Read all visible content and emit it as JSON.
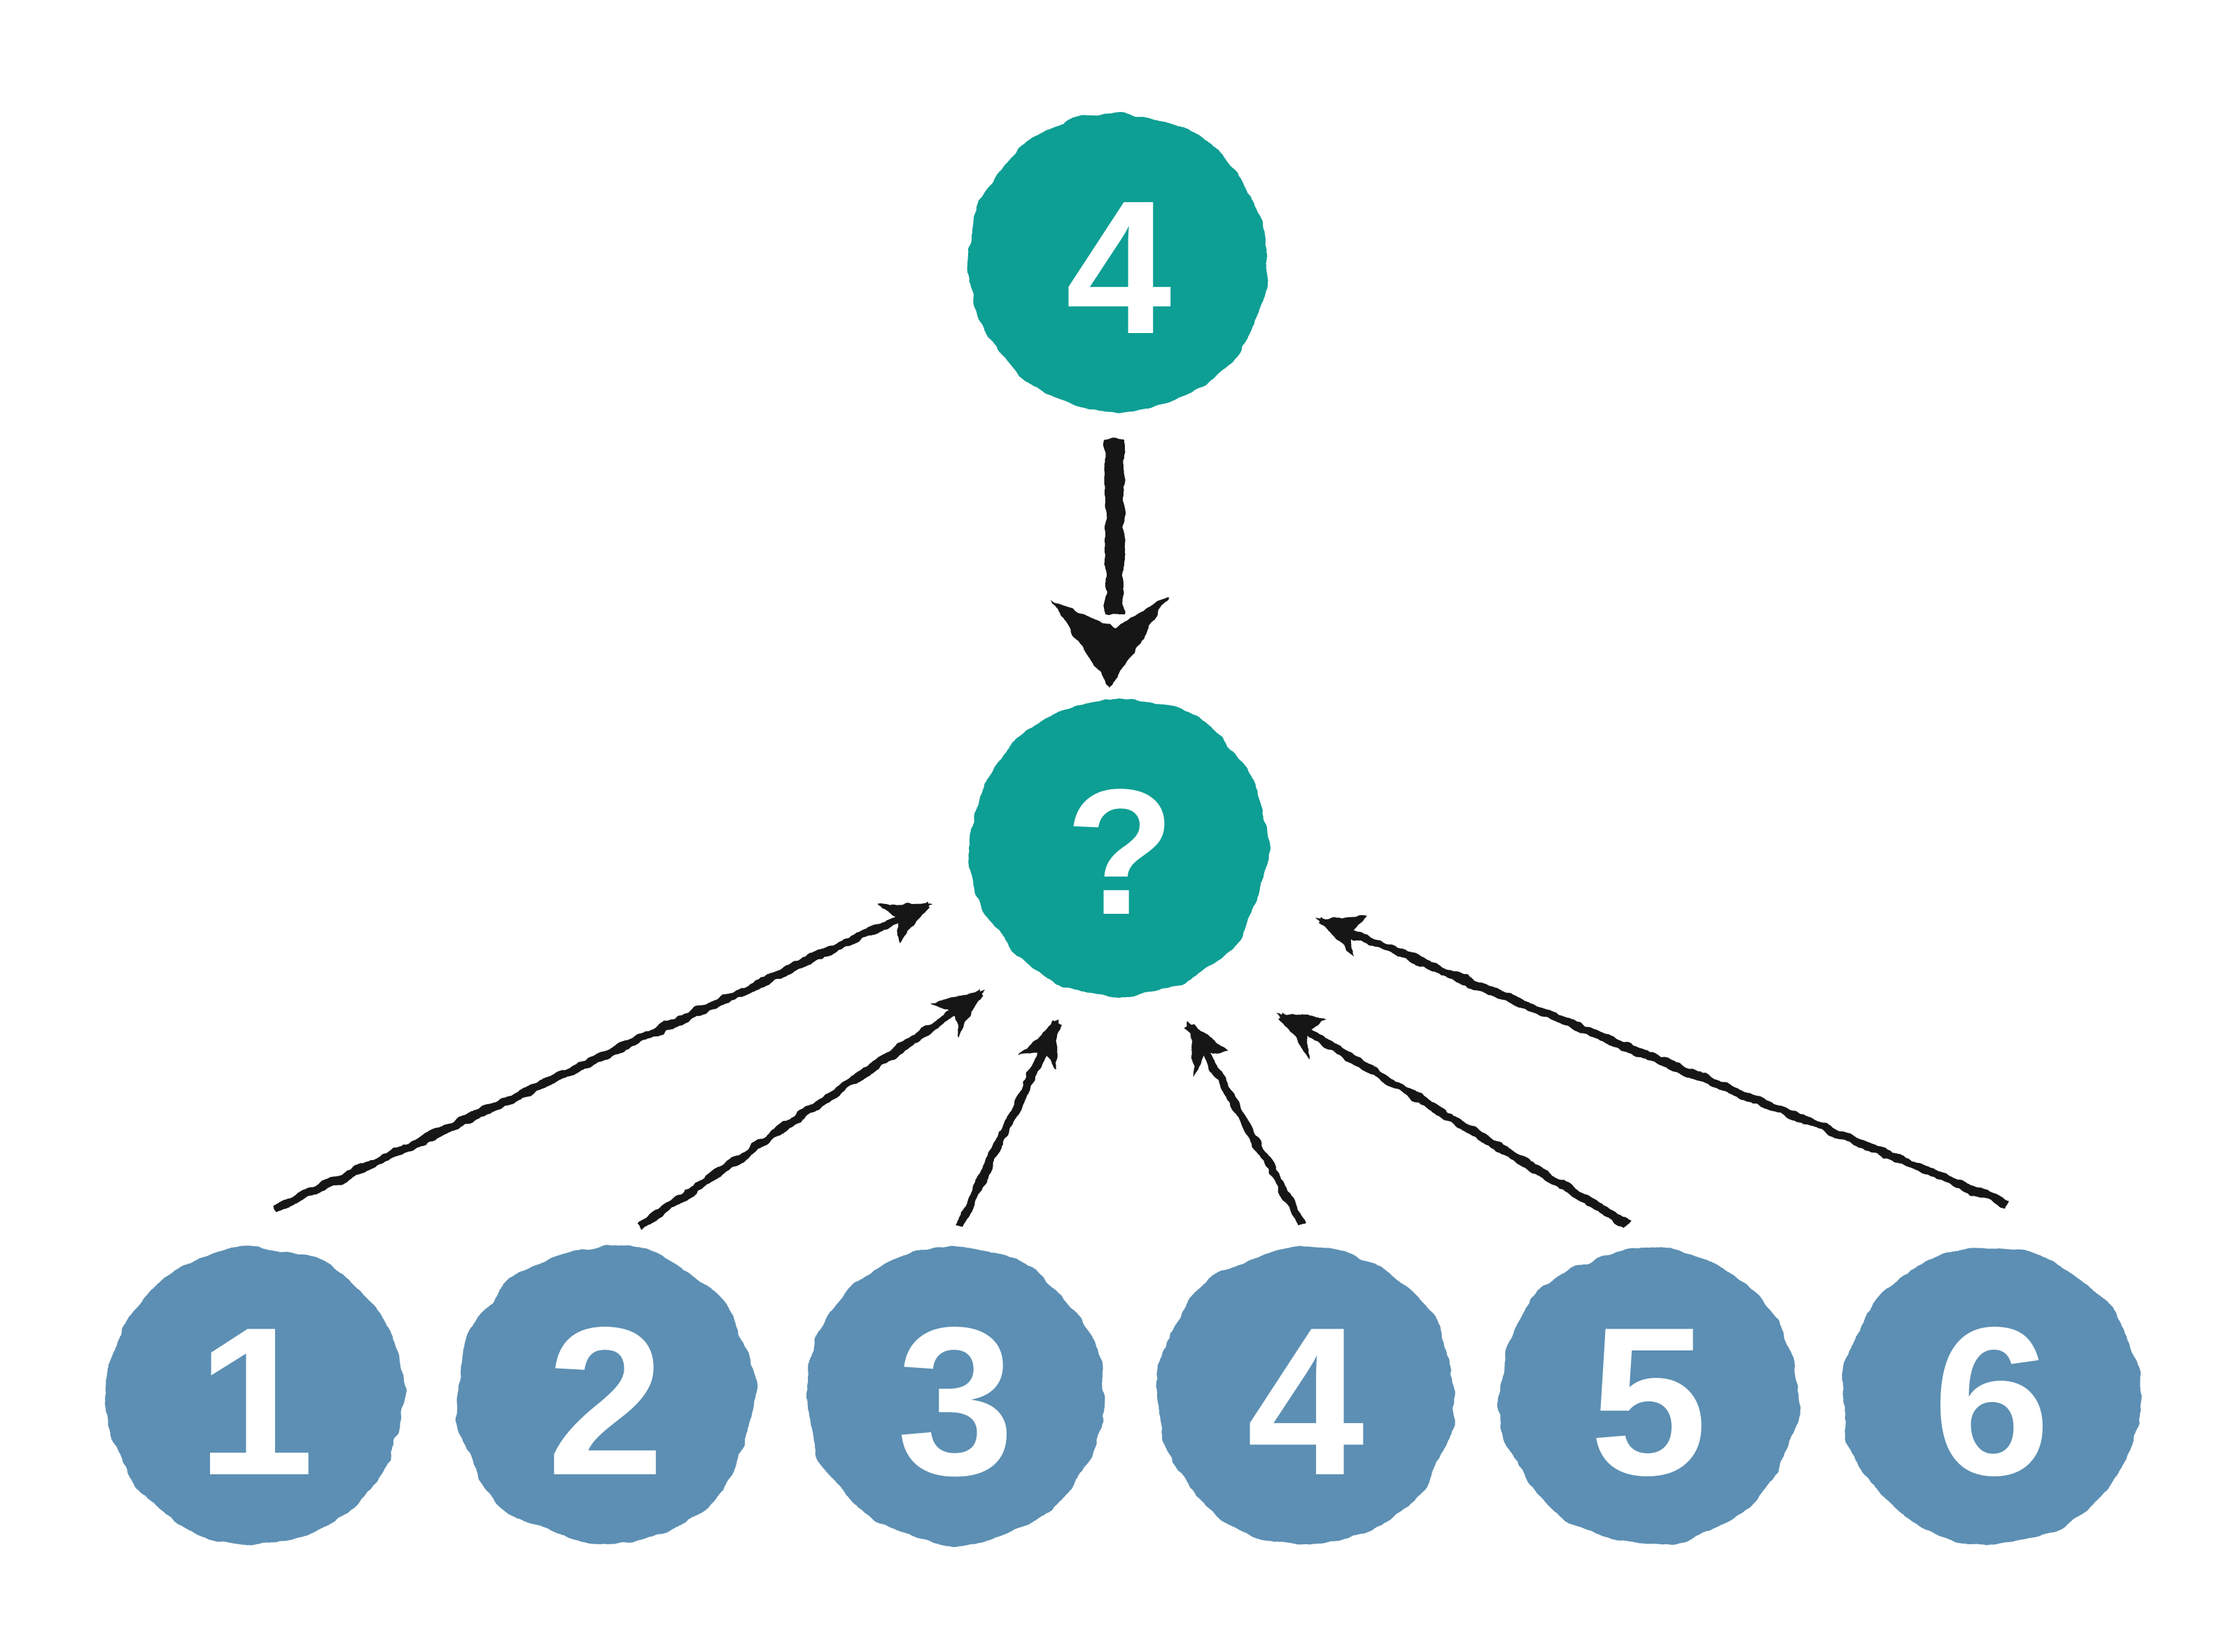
{
  "diagram": {
    "background": "#ffffff",
    "colors": {
      "source_node": "#0d9e94",
      "option_node": "#5c8fb3",
      "arrow": "#161616",
      "label_text": "#ffffff"
    },
    "top_node": {
      "id": "top",
      "label": "4"
    },
    "center_node": {
      "id": "center",
      "label": "?"
    },
    "bottom_nodes": [
      {
        "id": "option-1",
        "label": "1"
      },
      {
        "id": "option-2",
        "label": "2"
      },
      {
        "id": "option-3",
        "label": "3"
      },
      {
        "id": "option-4",
        "label": "4"
      },
      {
        "id": "option-5",
        "label": "5"
      },
      {
        "id": "option-6",
        "label": "6"
      }
    ],
    "edges": [
      {
        "from": "top",
        "to": "center"
      },
      {
        "from": "option-1",
        "to": "center"
      },
      {
        "from": "option-2",
        "to": "center"
      },
      {
        "from": "option-3",
        "to": "center"
      },
      {
        "from": "option-4",
        "to": "center"
      },
      {
        "from": "option-5",
        "to": "center"
      },
      {
        "from": "option-6",
        "to": "center"
      }
    ]
  }
}
